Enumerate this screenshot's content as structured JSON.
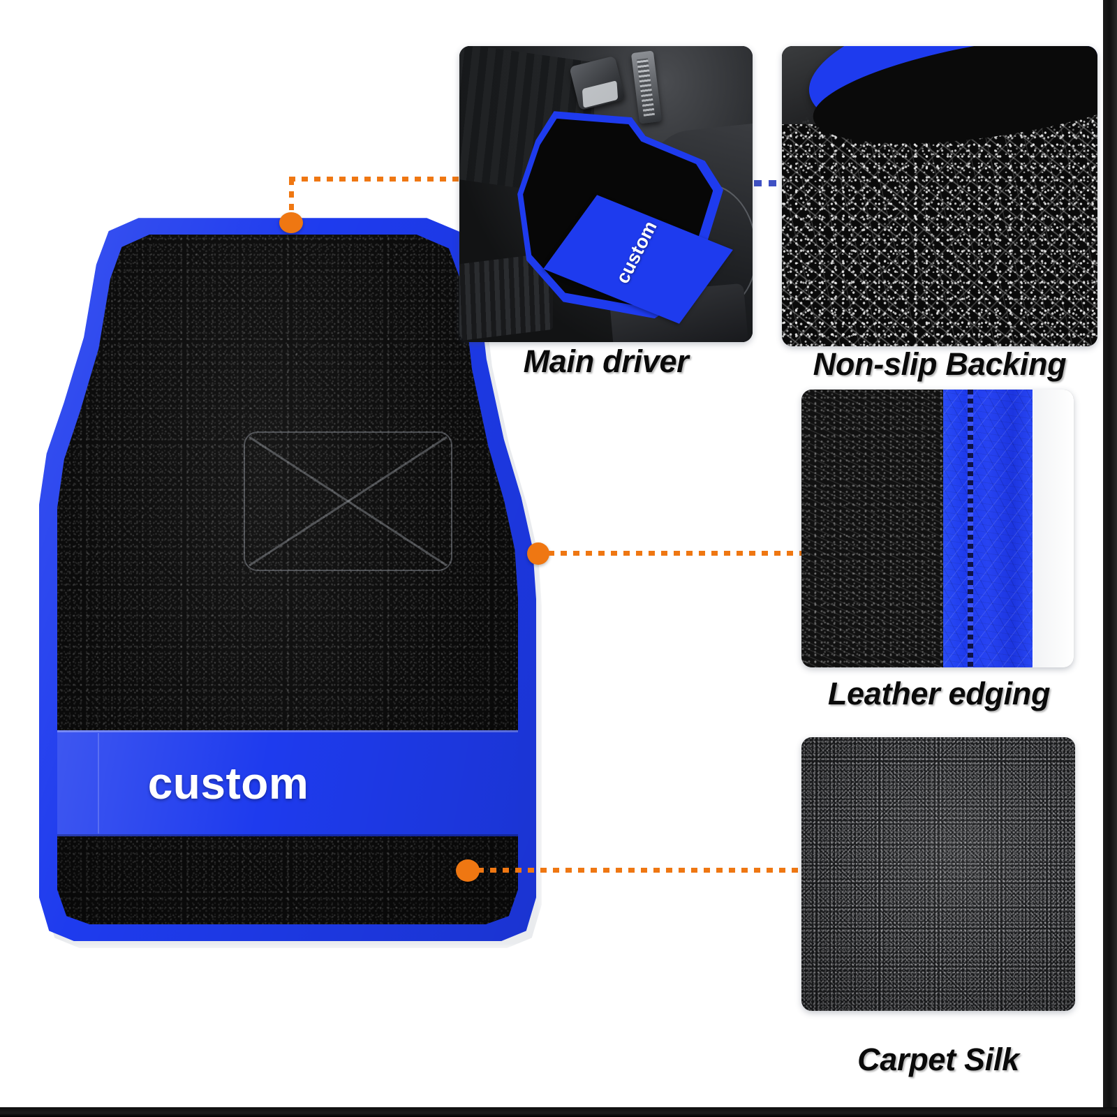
{
  "product": {
    "mat_label": "custom",
    "heel_pad_icon": "x-cross-pattern"
  },
  "features": [
    {
      "id": "main-driver",
      "label": "Main driver",
      "image_alt": "car-interior-driver-footwell-with-mat",
      "in_photo_mat_label": "custom",
      "connector": "orange-dotted-elbow"
    },
    {
      "id": "non-slip-backing",
      "label": "Non-slip Backing",
      "image_alt": "close-up-white-fiber-nonslip-backing",
      "connector": "blue-dashed"
    },
    {
      "id": "leather-edging",
      "label": "Leather edging",
      "image_alt": "close-up-blue-leather-trim-with-stitching",
      "connector": "orange-dotted-straight"
    },
    {
      "id": "carpet-silk",
      "label": "Carpet Silk",
      "image_alt": "close-up-charcoal-silk-carpet-pile",
      "connector": "orange-dotted-straight"
    }
  ],
  "colors": {
    "accent_blue": "#1E3BEE",
    "callout_orange": "#EF7712",
    "connector_blue": "#3F51C4",
    "carpet_black": "#0B0B0B",
    "background": "#FFFFFF",
    "caption_text": "#0A0A0A"
  }
}
